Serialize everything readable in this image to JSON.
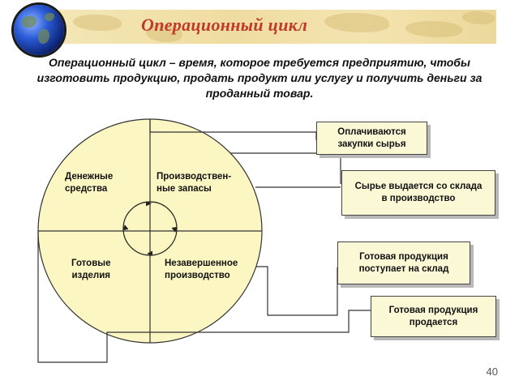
{
  "slide": {
    "title": "Операционный цикл",
    "definition": "Операционный цикл – время, которое  требуется предприятию, чтобы изготовить продукцию, продать продукт или услугу и получить деньги за проданный товар.",
    "page_number": "40"
  },
  "cycle": {
    "quadrants": [
      {
        "id": "cash",
        "label": "Денежные\nсредства"
      },
      {
        "id": "inventory",
        "label": "Производствен-\nные запасы"
      },
      {
        "id": "finished_goods",
        "label": "Готовые\nизделия"
      },
      {
        "id": "wip",
        "label": "Незавершенное\nпроизводство"
      }
    ]
  },
  "stages": [
    {
      "id": "pay_purchases",
      "label": "Оплачиваются\nзакупки сырья"
    },
    {
      "id": "raw_to_production",
      "label": "Сырье выдается со склада\nв производство"
    },
    {
      "id": "to_warehouse",
      "label": "Готовая продукция\nпоступает на склад"
    },
    {
      "id": "sold",
      "label": "Готовая продукция\nпродается"
    }
  ],
  "colors": {
    "circle_fill": "#fbf6c2",
    "title_color": "#c0392b",
    "box_fill": "#fbf8d6"
  }
}
